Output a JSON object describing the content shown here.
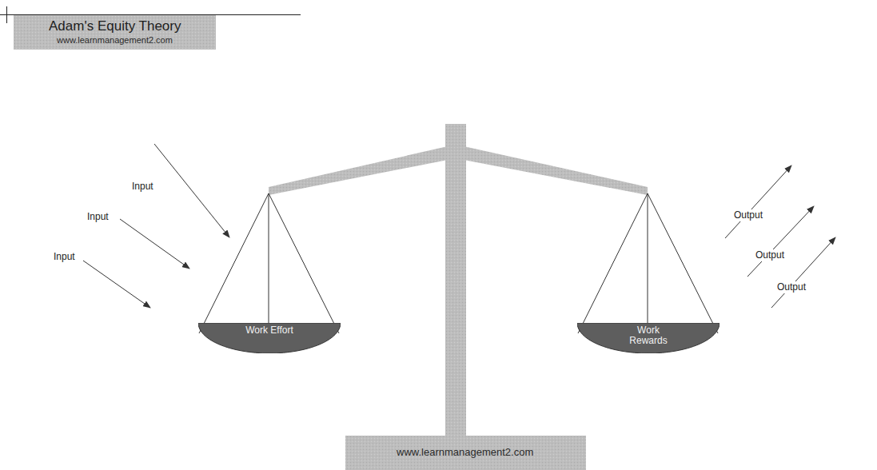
{
  "diagram": {
    "title": "Adam's Equity Theory",
    "nodes": [
      {
        "text": [
          "Work Effort"
        ]
      },
      {
        "text": [
          "Work Rewards"
        ]
      }
    ],
    "labels": [
      "www.learnmanagement2.com",
      "Input",
      "Input",
      "Input",
      "Output",
      "Output",
      "Output",
      "www.learnmanagement2.com"
    ]
  }
}
